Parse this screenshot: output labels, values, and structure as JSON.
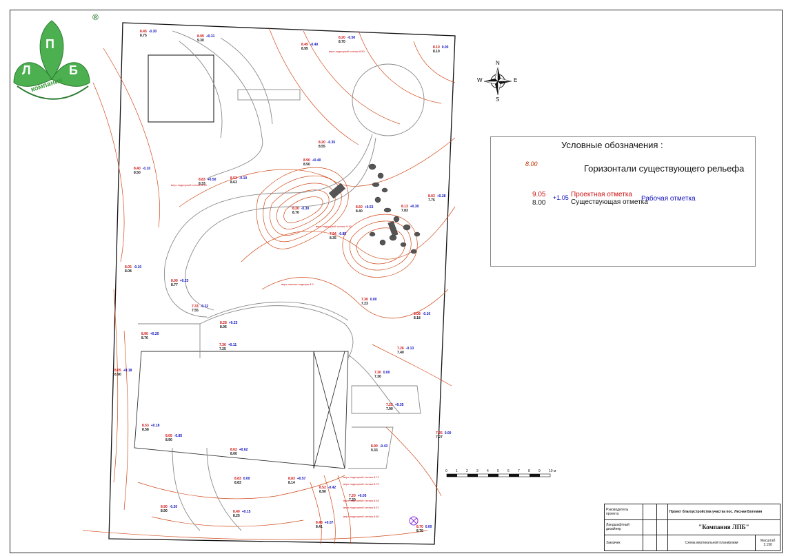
{
  "logo": {
    "letters": [
      "Л",
      "П",
      "Б"
    ],
    "caption": "компания",
    "registered": "®"
  },
  "compass": {
    "n": "N",
    "s": "S",
    "e": "E",
    "w": "W"
  },
  "legend": {
    "title": "Условные обозначения :",
    "contour_value": "8.00",
    "contour_label": "Горизонтали существующего рельефа",
    "project_value": "9.05",
    "existing_value": "8.00",
    "work_value": "+1.05",
    "project_label": "Проектная отметка",
    "existing_label": "Существующая отметка",
    "work_label": "Рабочая отметка"
  },
  "scale_bar": {
    "ticks": [
      "0",
      "1",
      "2",
      "3",
      "4",
      "5",
      "6",
      "7",
      "8",
      "9",
      "10 м"
    ]
  },
  "stamp": {
    "role_1": "Руководитель проекта",
    "role_2": "Ландшафтный дизайнер",
    "role_3": "Заказчик",
    "project": "Проект благоустройства участка пос. Лесная Богемия",
    "company": "\"Компания ЛПБ\"",
    "sheet": "Схема вертикальной планировки",
    "scale_label": "Масштаб",
    "scale_value": "1:150"
  },
  "elevations": [
    {
      "p": "8.45",
      "e": "8.75",
      "w": "-0.30"
    },
    {
      "p": "8.99",
      "e": "9.30",
      "w": "+0.31"
    },
    {
      "p": "8.45",
      "e": "8.95",
      "w": "-0.40"
    },
    {
      "p": "8.20",
      "e": "8.70",
      "w": "-0.50"
    },
    {
      "p": "8.10",
      "e": "8.10",
      "w": "0.00"
    },
    {
      "p": "8.20",
      "e": "8.55",
      "w": "-0.35"
    },
    {
      "p": "8.90",
      "e": "8.50",
      "w": "+0.40"
    },
    {
      "p": "8.40",
      "e": "8.50",
      "w": "-0.10"
    },
    {
      "p": "8.53",
      "e": "8.63",
      "w": "-0.10"
    },
    {
      "p": "8.83",
      "e": "8.33",
      "w": "+0.50"
    },
    {
      "p": "8.60",
      "e": "8.40",
      "w": "+0.53"
    },
    {
      "p": "8.13",
      "e": "7.83",
      "w": "+0.30"
    },
    {
      "p": "8.03",
      "e": "7.75",
      "w": "+0.28"
    },
    {
      "p": "8.20",
      "e": "8.70",
      "w": "-0.30"
    },
    {
      "p": "7.94",
      "e": "8.35",
      "w": "-0.85"
    },
    {
      "p": "8.05",
      "e": "8.08",
      "w": "-0.10"
    },
    {
      "p": "8.00",
      "e": "8.77",
      "w": "+0.23"
    },
    {
      "p": "7.33",
      "e": "7.55",
      "w": "-0.22"
    },
    {
      "p": "7.30",
      "e": "7.23",
      "w": "0.00"
    },
    {
      "p": "8.08",
      "e": "8.18",
      "w": "-0.10"
    },
    {
      "p": "8.28",
      "e": "8.05",
      "w": "+0.23"
    },
    {
      "p": "8.90",
      "e": "8.70",
      "w": "+0.20"
    },
    {
      "p": "7.36",
      "e": "7.25",
      "w": "+0.11"
    },
    {
      "p": "7.26",
      "e": "7.40",
      "w": "-0.13"
    },
    {
      "p": "7.30",
      "e": "7.30",
      "w": "0.00"
    },
    {
      "p": "7.25",
      "e": "7.90",
      "w": "+0.35"
    },
    {
      "p": "7.25",
      "e": "7.27",
      "w": "0.00"
    },
    {
      "p": "8.90",
      "e": "9.33",
      "w": "-0.43"
    },
    {
      "p": "8.05",
      "e": "8.90",
      "w": "+0.18"
    },
    {
      "p": "8.53",
      "e": "8.58",
      "w": "+0.18"
    },
    {
      "p": "8.05",
      "e": "8.90",
      "w": "-0.85"
    },
    {
      "p": "8.62",
      "e": "8.00",
      "w": "+0.62"
    },
    {
      "p": "8.83",
      "e": "8.83",
      "w": "0.00"
    },
    {
      "p": "8.83",
      "e": "8.14",
      "w": "+0.57"
    },
    {
      "p": "8.52",
      "e": "8.90",
      "w": "-0.42"
    },
    {
      "p": "7.20",
      "e": "7.20",
      "w": "+0.05"
    },
    {
      "p": "8.90",
      "e": "8.90",
      "w": "-0.20"
    },
    {
      "p": "8.40",
      "e": "8.25",
      "w": "+0.15"
    },
    {
      "p": "8.48",
      "e": "8.41",
      "w": "+0.07"
    },
    {
      "p": "8.70",
      "e": "8.70",
      "w": "0.00"
    }
  ],
  "notes": [
    "верх подпорной стенки 8.50",
    "верх подпорной стенки 8.53",
    "верх подпорной стенки 9.10",
    "верх насыпи подпора 8.9",
    "верх подпорной стенки 8.71",
    "верх подпорной стенки 8.70",
    "верх подпорной стенки 8.64",
    "верх подпорной стенки 8.57",
    "верх подпорной стенки 8.50"
  ]
}
